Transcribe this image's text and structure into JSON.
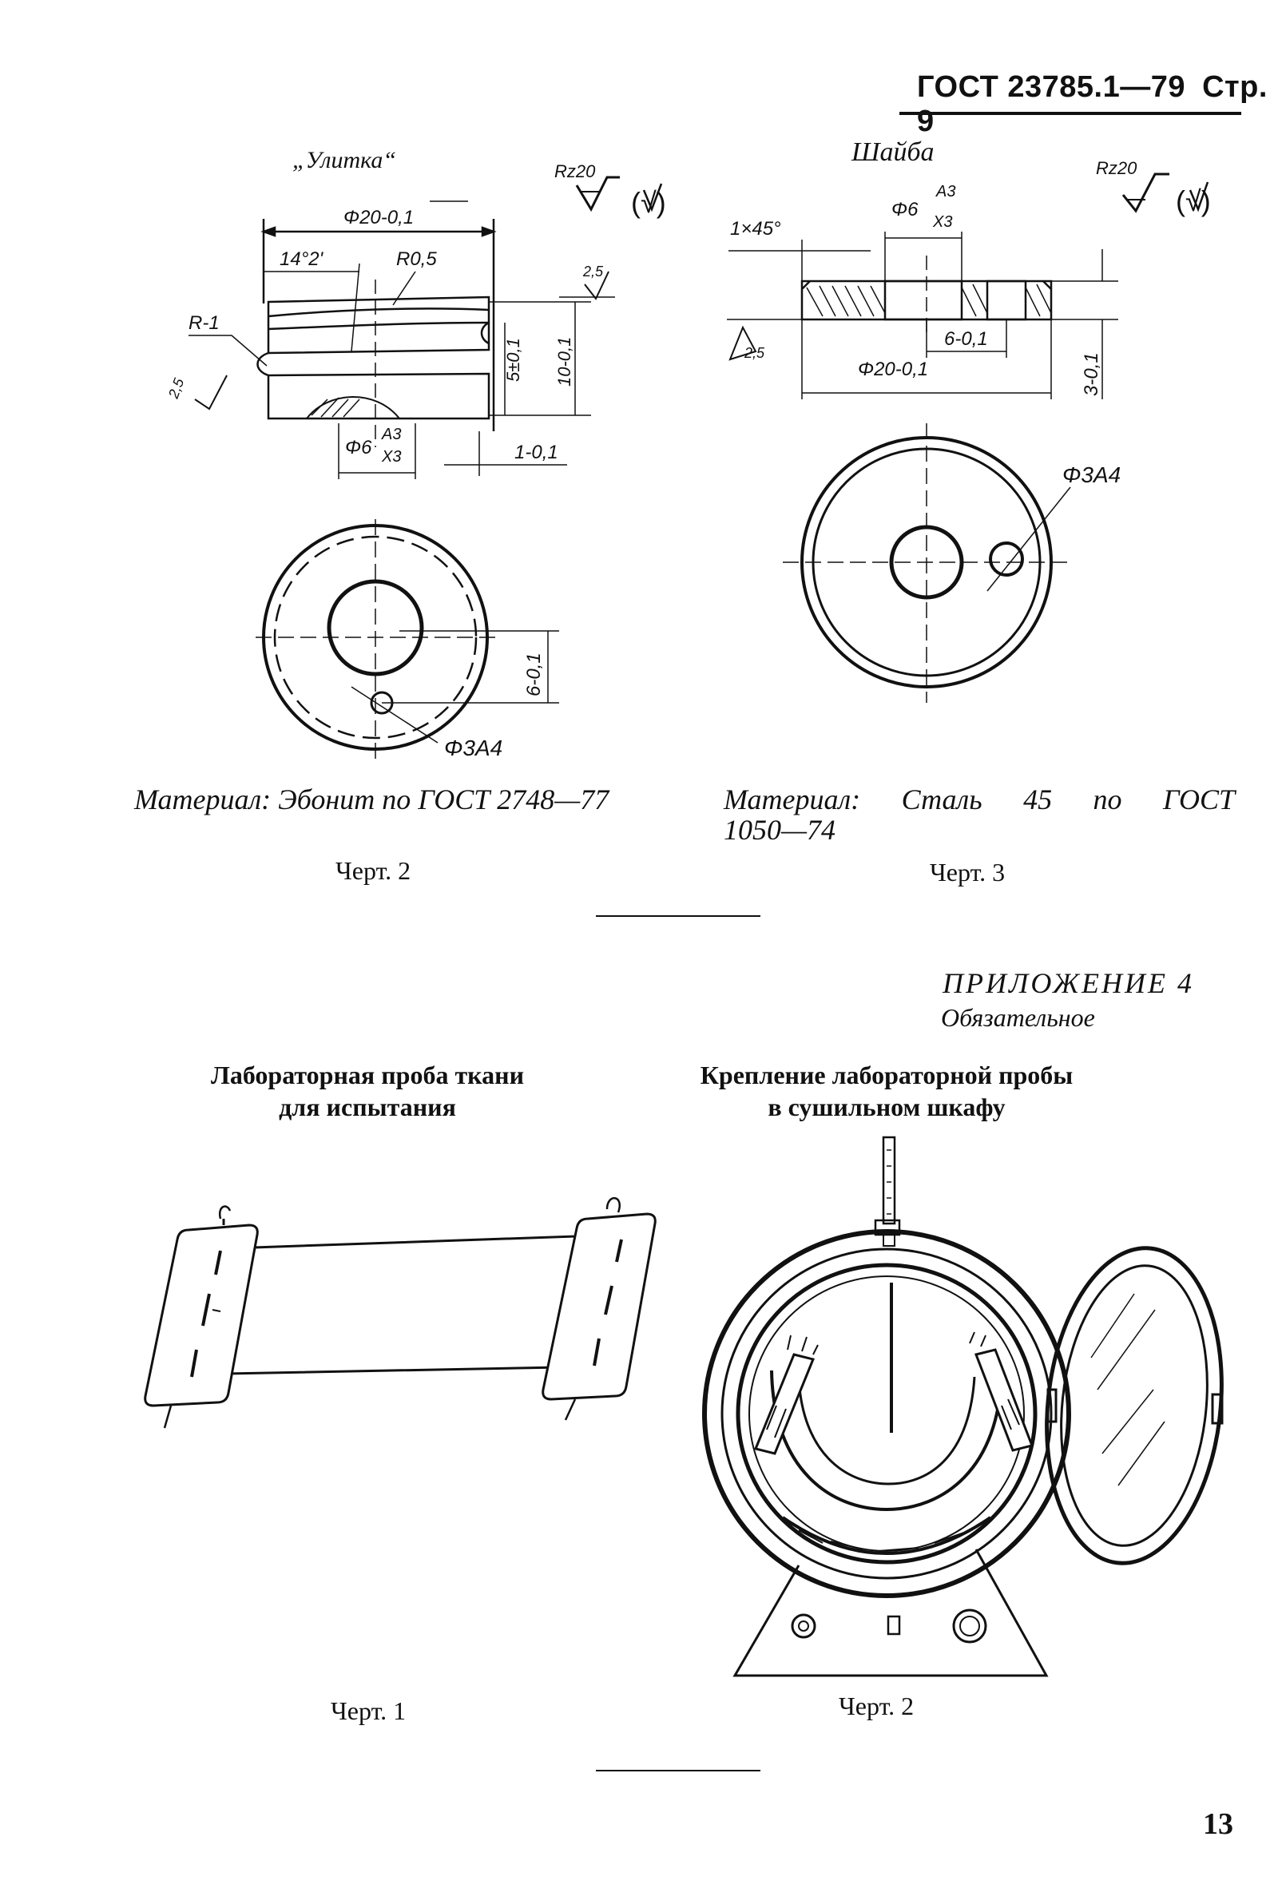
{
  "header": {
    "code": "ГОСТ 23785.1—79",
    "page_label": "Стр. 9"
  },
  "figure_snail": {
    "title": "„Улитка“",
    "roughness": "Rz20",
    "roughness_paren": "(√)",
    "dims": {
      "diameter": "Φ20-0,1",
      "angle": "14°2'",
      "radius": "R0,5",
      "radius_neg": "R-1",
      "rough_small": "2,5",
      "height_a": "5±0,1",
      "height_b": "10-0,1",
      "bore": "Φ6",
      "fit_upper": "A3",
      "fit_lower": "X3",
      "offset": "1-0,1",
      "hole": "Φ3A4",
      "ecc": "6-0,1"
    },
    "material": "Материал: Эбонит по ГОСТ 2748—77",
    "caption": "Черт. 2"
  },
  "figure_washer": {
    "title": "Шайба",
    "roughness": "Rz20",
    "roughness_paren": "(√)",
    "dims": {
      "chamfer": "1×45°",
      "bore": "Φ6",
      "fit_upper": "A3",
      "fit_lower": "X3",
      "rough_small": "2,5",
      "offset": "6-0,1",
      "diameter": "Φ20-0,1",
      "thickness": "3-0,1",
      "hole": "Φ3A4"
    },
    "material_line1": [
      "Материал:",
      "Сталь",
      "45",
      "по",
      "ГОСТ"
    ],
    "material_line2": "1050—74",
    "caption": "Черт. 3"
  },
  "appendix": {
    "title": "ПРИЛОЖЕНИЕ 4",
    "subtitle": "Обязательное"
  },
  "figure_sample": {
    "title_line1": "Лабораторная проба ткани",
    "title_line2": "для испытания",
    "caption": "Черт. 1"
  },
  "figure_oven": {
    "title_line1": "Крепление лабораторной пробы",
    "title_line2": "в сушильном шкафу",
    "caption": "Черт. 2"
  },
  "page_number": "13"
}
